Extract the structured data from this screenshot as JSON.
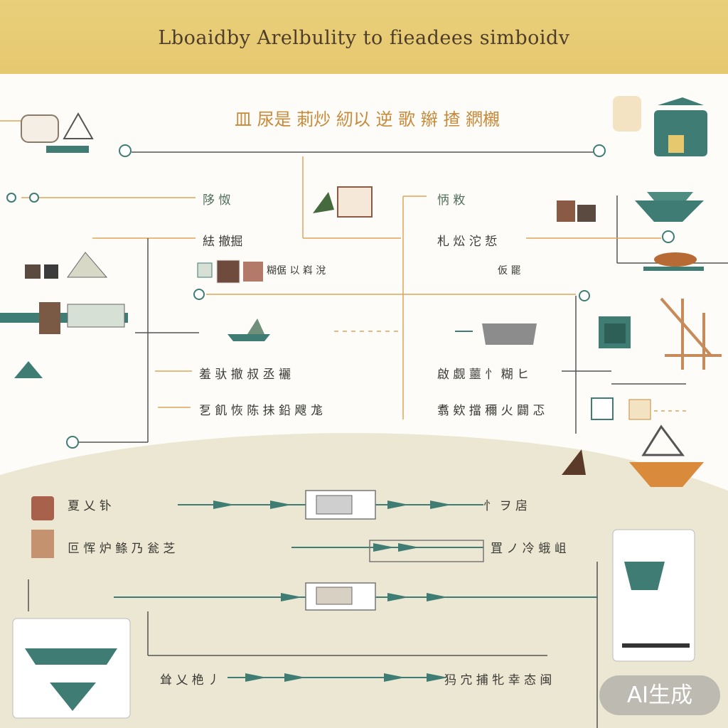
{
  "header": {
    "title": "Lboaidby Arelbulity to fieadees simboidv"
  },
  "diagram": {
    "top_caption": "皿 尿是 莿炒 紉以 逆 歌 辮 揸 閷櫬",
    "labels": [
      "陊 怓",
      "怲 敉",
      "紶 撤掘",
      "札 炂 沱 悊",
      "糊倨 以 嵙 涗",
      "仮 罷",
      "羞 驮 撤 叔 丞 襹",
      "啟 觑 蘁 忄 糊 ヒ",
      "乭 飢 恢 陈 抺 鉛 飕 尨",
      "翥 欸 擋 穪 火 闢 忑",
      "夏 乂 钋",
      "叵 恽 炉 鲦 乃 瓮 芝",
      "罝 ノ 冷 蛾 岨",
      "忄 ヲ 扂",
      "耸 乂 栬 丿",
      "犸 宂 捕 牝 幸 态 闽"
    ]
  },
  "watermark": {
    "text": "AI生成"
  },
  "colors": {
    "header": "#e7ca73",
    "bottom_panel": "#ece7d2",
    "teal": "#3f7d74",
    "orange": "#d98a3b",
    "line": "#6b6b6b",
    "orange_line": "#e0a35a"
  }
}
